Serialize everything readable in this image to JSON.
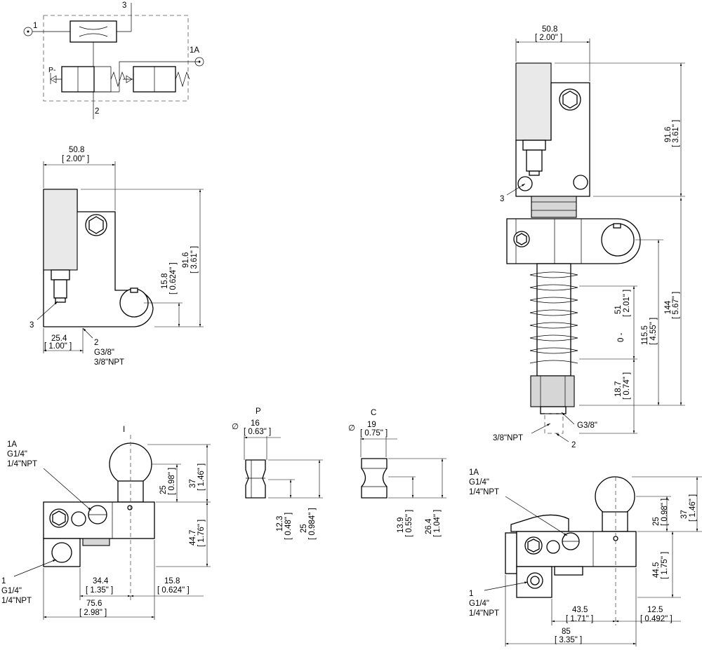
{
  "schematic": {
    "port_1": "1",
    "port_2": "2",
    "port_3": "3",
    "port_1a": "1A",
    "p_label": "P-"
  },
  "view_a": {
    "width_mm": "50.8",
    "width_in": "[ 2.00\" ]",
    "height_mm": "91.6",
    "height_in": "[ 3.61\" ]",
    "hole_mm": "15.8",
    "hole_in": "[ 0.624\" ]",
    "offset_mm": "25.4",
    "offset_in": "[ 1.00\" ]",
    "port3": "3",
    "port2": "2",
    "thread_1": "G3/8\"",
    "thread_2": "3/8\"NPT"
  },
  "view_b": {
    "width_mm": "50.8",
    "width_in": "[ 2.00\" ]",
    "height_mm": "91.6",
    "height_in": "[ 3.61\" ]",
    "total_mm": "144",
    "total_in": "[ 5.67\" ]",
    "stroke_total_mm": "115.5",
    "stroke_total_in": "[ 4.55\" ]",
    "stroke_mm": "51",
    "stroke_in": "[ 2.01\" ]",
    "stroke_prefix": "0 -",
    "nut_mm": "18.7",
    "nut_in": "[ 0.74\" ]",
    "port3": "3",
    "thread_g": "G3/8\"",
    "thread_npt": "3/8\"NPT",
    "port2": "2"
  },
  "view_i": {
    "title": "I",
    "port1a": "1A",
    "port1a_g": "G1/4\"",
    "port1a_npt": "1/4\"NPT",
    "port1": "1",
    "port1_g": "G1/4\"",
    "port1_npt": "1/4\"NPT",
    "ball_h_mm": "25",
    "ball_h_in": "[ 0.98\" ]",
    "top_mm": "37",
    "top_in": "[ 1.46\" ]",
    "body_mm": "44.7",
    "body_in": "[ 1.76\" ]",
    "x1_mm": "34.4",
    "x1_in": "[ 1.35\" ]",
    "x2_mm": "15.8",
    "x2_in": "[ 0.624\" ]",
    "w_mm": "75.6",
    "w_in": "[ 2.98\" ]"
  },
  "view_p": {
    "title": "P",
    "dia_sym": "∅",
    "dia_mm": "16",
    "dia_in": "[ 0.63\" ]",
    "h1_mm": "12.3",
    "h1_in": "[ 0.48\" ]",
    "h2_mm": "25",
    "h2_in": "[ 0.984\" ]"
  },
  "view_c": {
    "title": "C",
    "dia_sym": "∅",
    "dia_mm": "19",
    "dia_in": "[ 0.75\" ]",
    "h1_mm": "13.9",
    "h1_in": "[ 0.55\" ]",
    "h2_mm": "26.4",
    "h2_in": "[ 1.04\" ]"
  },
  "view_r": {
    "port1a": "1A",
    "port1a_g": "G1/4\"",
    "port1a_npt": "1/4\"NPT",
    "port1": "1",
    "port1_g": "G1/4\"",
    "port1_npt": "1/4\"NPT",
    "ball_h_mm": "25",
    "ball_h_in": "[ 0.98\" ]",
    "top_mm": "37",
    "top_in": "[ 1.46\" ]",
    "body_mm": "44.5",
    "body_in": "[ 1.75\" ]",
    "x1_mm": "43.5",
    "x1_in": "[ 1.71\" ]",
    "x2_mm": "12.5",
    "x2_in": "[ 0.492\" ]",
    "w_mm": "85",
    "w_in": "[ 3.35\" ]"
  }
}
